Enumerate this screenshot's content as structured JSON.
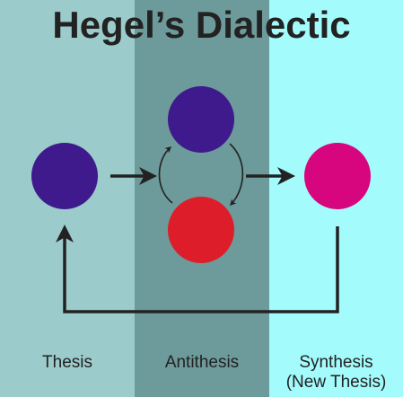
{
  "title": "Hegel’s Dialectic",
  "colors": {
    "panel_thesis": "#9ccbcb",
    "panel_antithesis": "#6d9a9a",
    "panel_synthesis": "#a3fbfc",
    "node_thesis": "#3e1a8c",
    "node_antithesis_top": "#3e1a8c",
    "node_antithesis_bottom": "#dd1d2a",
    "node_synthesis": "#d8067e",
    "arrow": "#222222"
  },
  "labels": {
    "thesis": "Thesis",
    "antithesis": "Antithesis",
    "synthesis_line1": "Synthesis",
    "synthesis_line2": "(New Thesis)"
  }
}
